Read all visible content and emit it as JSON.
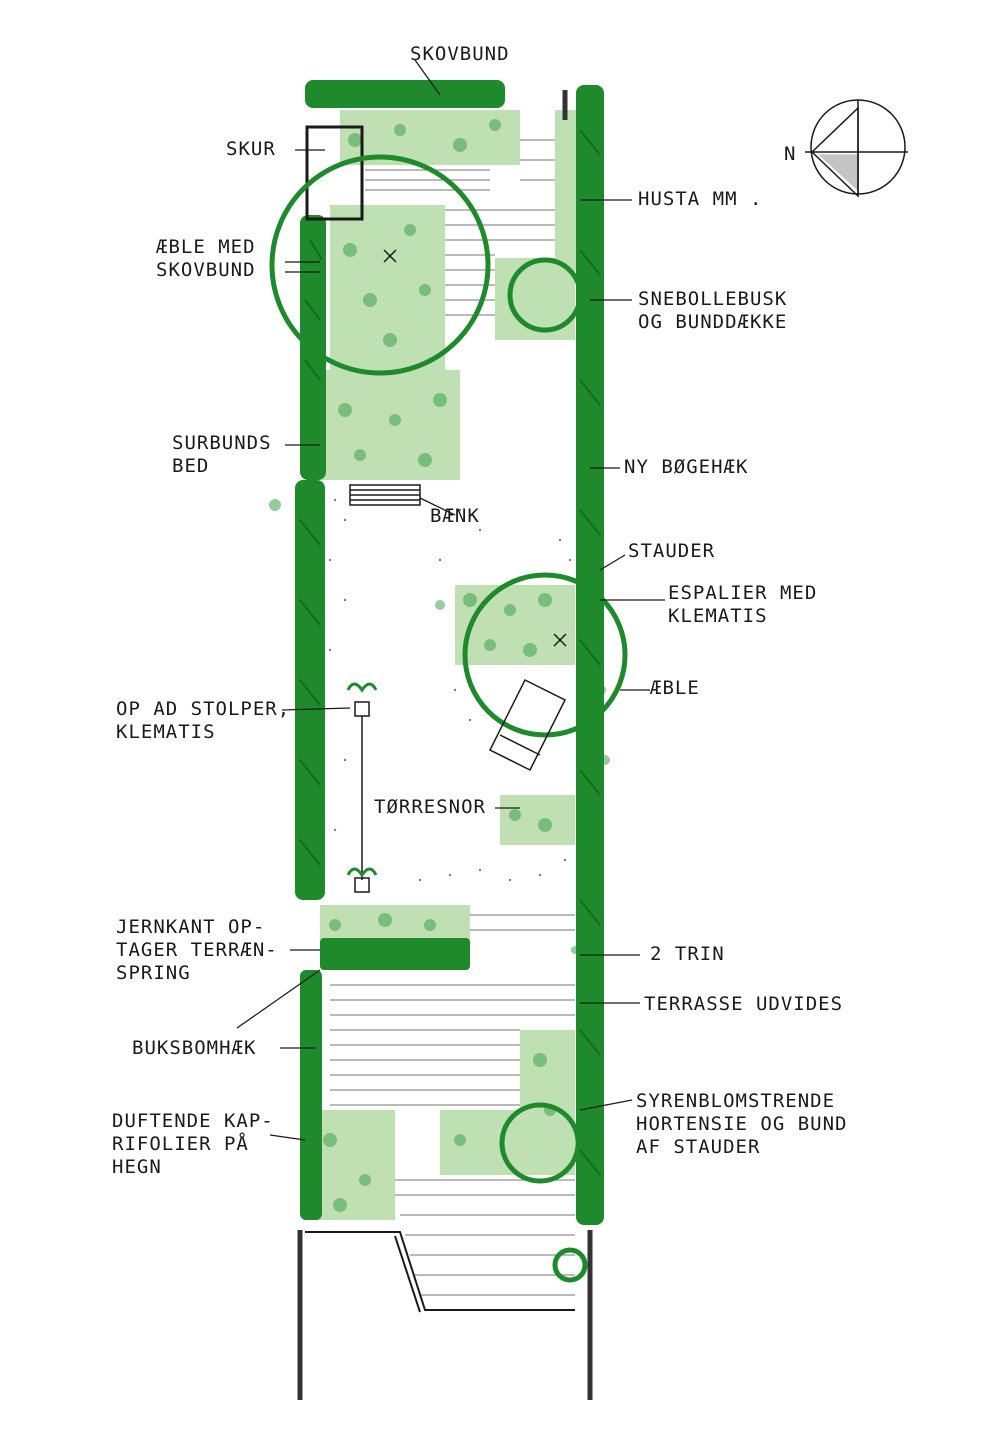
{
  "compass": {
    "north_label": "N",
    "icon": "north-arrow-compass-icon"
  },
  "labels": {
    "skovbund": "SKOVBUND",
    "skur": "SKUR",
    "husta": "HUSTA MM .",
    "aeble_skovbund": [
      "ÆBLE MED",
      "SKOVBUND"
    ],
    "snebollebusk": [
      "SNEBOLLEBUSK",
      "OG BUNDDÆKKE"
    ],
    "surbunds": [
      "SURBUNDS",
      "BED"
    ],
    "ny_bogehaek": "NY BØGEHÆK",
    "baenk": "BÆNK",
    "stauder": "STAUDER",
    "espalier": [
      "ESPALIER MED",
      "KLEMATIS"
    ],
    "aeble": "ÆBLE",
    "op_ad_stolper": [
      "OP AD STOLPER,",
      "KLEMATIS"
    ],
    "torresnor": "TØRRESNOR",
    "jernkant": [
      "JERNKANT OP-",
      "TAGER TERRÆN-",
      "SPRING"
    ],
    "trin": "2 TRIN",
    "terrasse": "TERRASSE UDVIDES",
    "buksbomhaek": "BUKSBOMHÆK",
    "duftende": [
      "DUFTENDE KAP-",
      "RIFOLIER PÅ",
      "HEGN"
    ],
    "syrenblomstrende": [
      "SYRENBLOMSTRENDE",
      "HORTENSIE OG BUND",
      "AF STAUDER"
    ]
  },
  "colors": {
    "hedge": "#1e8a2c",
    "foliage": "#a9d39a",
    "ink": "#1a1a1a",
    "deck": "#555555"
  }
}
